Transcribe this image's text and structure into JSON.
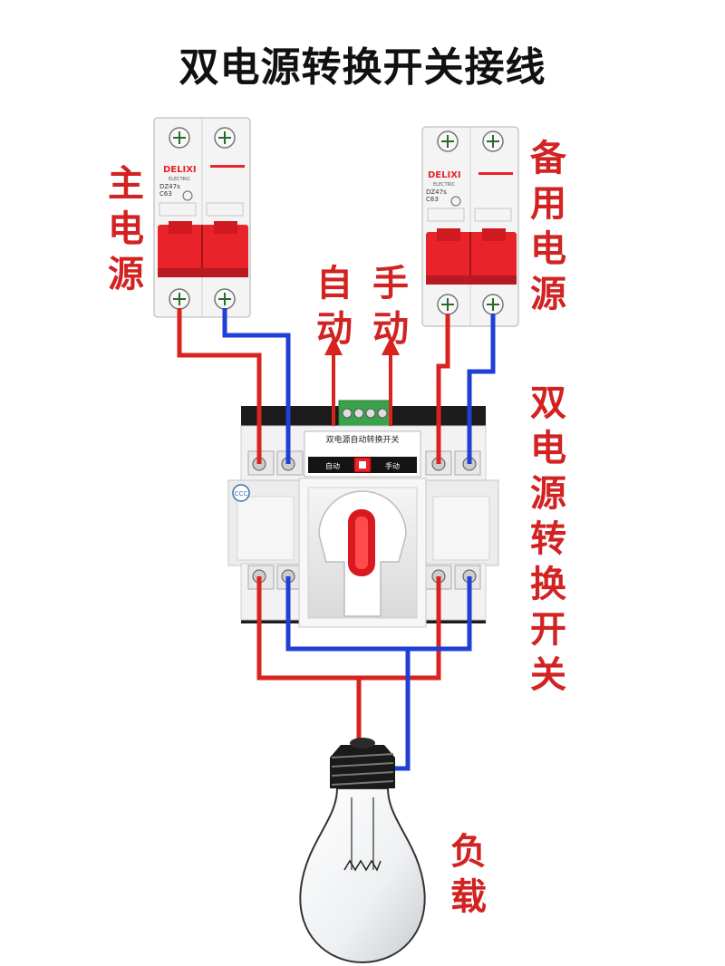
{
  "title": "双电源转换开关接线",
  "labels": {
    "main_power": "主电源",
    "backup_power": "备用电源",
    "auto": "自动",
    "manual": "手动",
    "ats": "双电源转换开关",
    "load": "负载"
  },
  "breaker": {
    "brand": "DELIXI",
    "sub": "ELECTRIC",
    "model": "DZ47s",
    "rating": "C63"
  },
  "switch_panel": {
    "name": "双电源自动转换开关",
    "btn_auto": "自动",
    "btn_manual": "手动"
  },
  "colors": {
    "live_wire": "#d8231f",
    "neutral_wire": "#1f3fd6",
    "breaker_handle": "#e8232a",
    "label": "#d22222"
  }
}
